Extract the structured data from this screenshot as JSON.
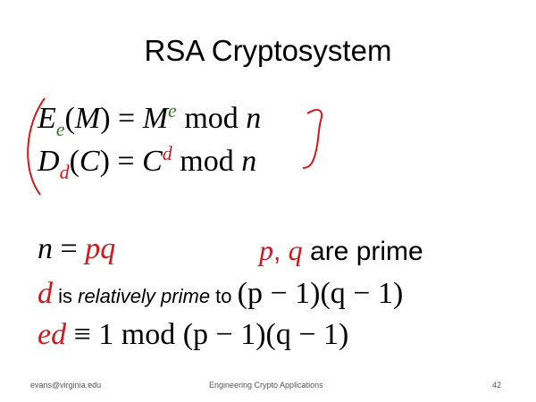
{
  "slide": {
    "title": "RSA Cryptosystem",
    "enc": {
      "E": "E",
      "e_sub": "e",
      "open": "(",
      "M": "M",
      "close": ")",
      "eq": " = ",
      "M2": "M",
      "e_sup": "e",
      "mod": " mod ",
      "n": "n"
    },
    "dec": {
      "D": "D",
      "d_sub": "d",
      "open": "(",
      "C": "C",
      "close": ")",
      "eq": " = ",
      "C2": "C",
      "d_sup": "d",
      "mod": " mod ",
      "n": "n"
    },
    "line1": {
      "n": "n",
      "eq": " = ",
      "pq": "pq",
      "p": "p",
      "comma": ", ",
      "q": "q",
      "text": " are prime"
    },
    "line2": {
      "d": "d",
      "is": " is ",
      "rel": "relatively prime",
      "to": " to ",
      "expr": "(p − 1)(q − 1)"
    },
    "line3": {
      "e": "e",
      "d": "d",
      "cong": " ≡ ",
      "rest": "1 mod (p − 1)(q − 1)"
    }
  },
  "footer": {
    "left": "evans@virginia.edu",
    "center": "Engineering Crypto Applications",
    "page": "42"
  },
  "colors": {
    "red": "#d0191f",
    "green": "#2e7d1f"
  }
}
